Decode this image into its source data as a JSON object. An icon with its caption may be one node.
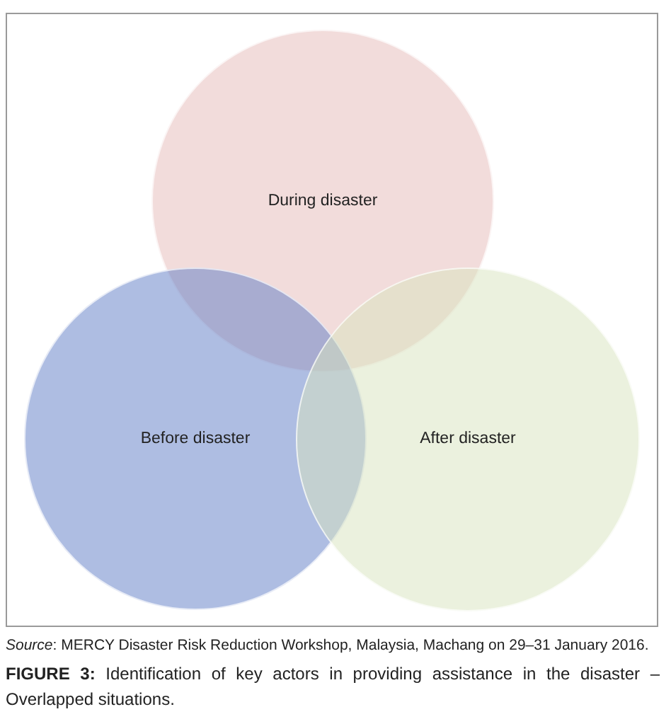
{
  "diagram": {
    "caption": "**FIGURE 3:** Identification of key actors in providing assistance in the disaster – Overlapped situations.",
    "nodes": [
      {
        "text": [
          "During disaster"
        ]
      },
      {
        "text": [
          "Before disaster"
        ]
      },
      {
        "text": [
          "After disaster"
        ]
      }
    ],
    "labels": [
      "*Source*: MERCY Disaster Risk Reduction Workshop, Malaysia, Machang on 29–31 January 2016."
    ]
  }
}
